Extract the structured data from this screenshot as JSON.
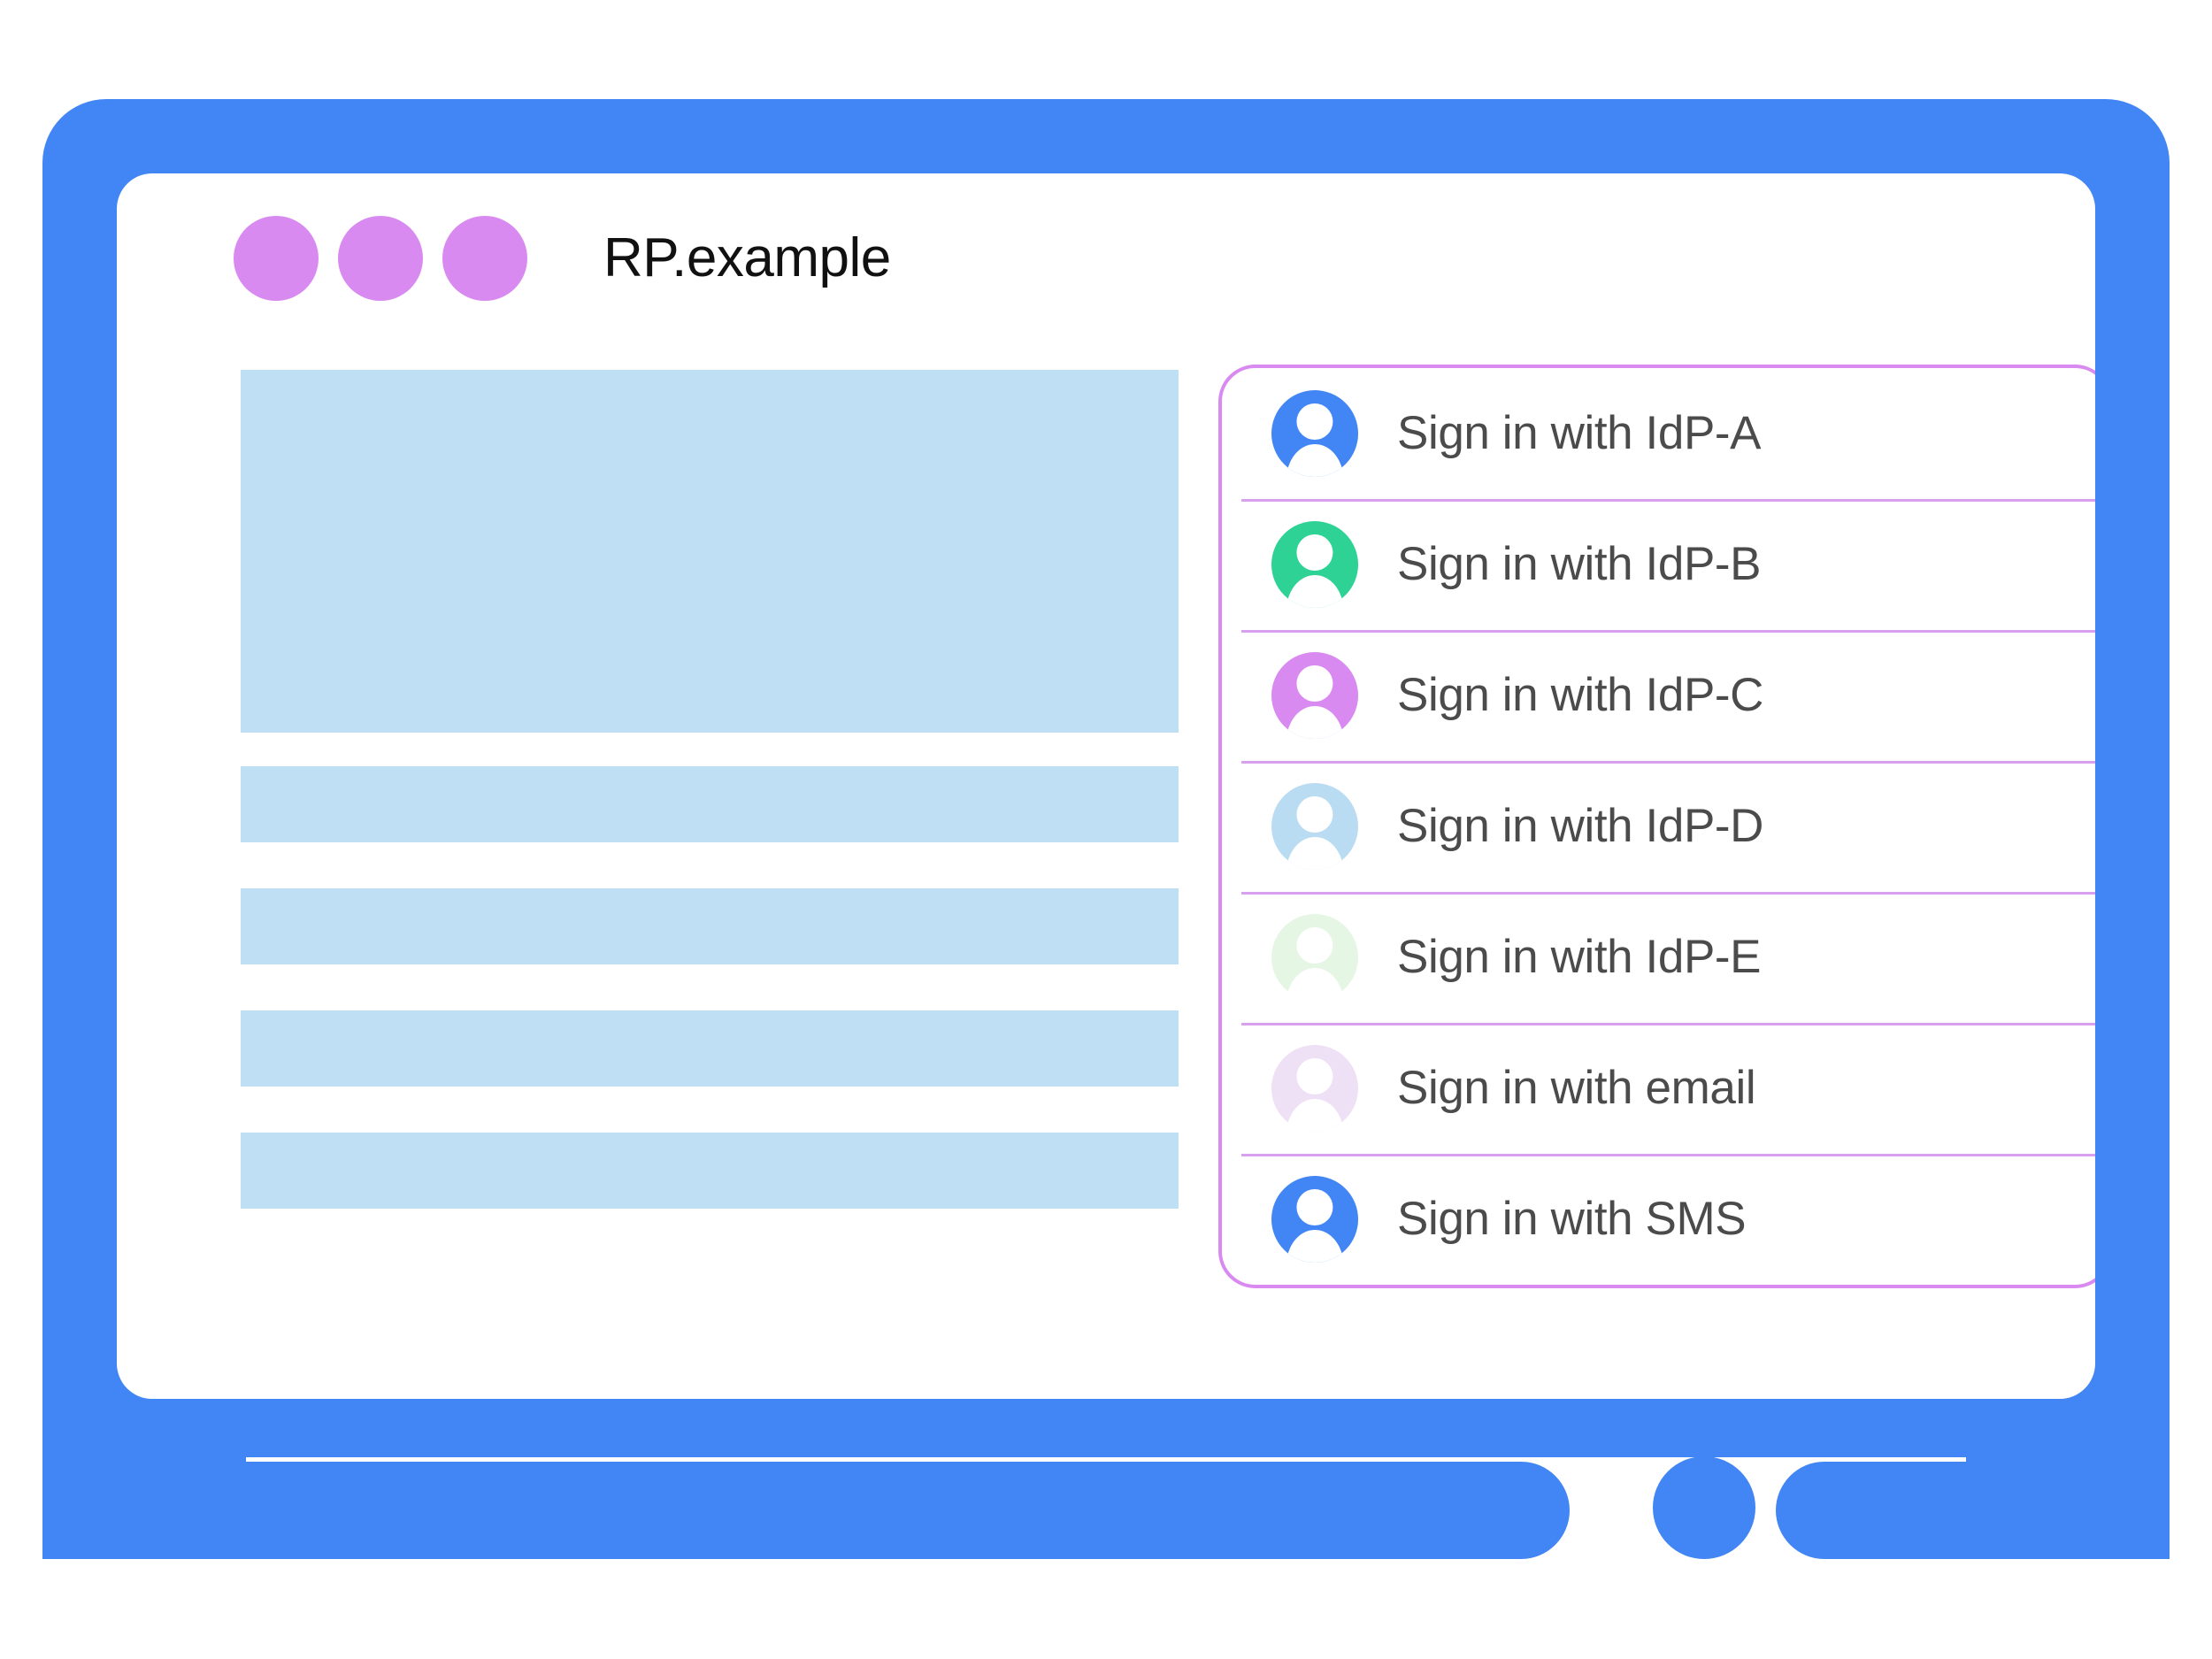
{
  "window": {
    "title": "RP.example",
    "controls": [
      {
        "name": "window-dot-1",
        "color": "#d98af0"
      },
      {
        "name": "window-dot-2",
        "color": "#d98af0"
      },
      {
        "name": "window-dot-3",
        "color": "#d98af0"
      }
    ]
  },
  "theme": {
    "device_bezel": "#4285f4",
    "screen_background": "#ffffff",
    "placeholder_block": "#bfe0f4",
    "panel_border": "#d98af0",
    "row_divider": "#d9a0ef",
    "label_text": "#4b4b4b",
    "title_text": "#111111"
  },
  "content": {
    "blocks": [
      {
        "name": "content-hero-block",
        "kind": "hero"
      },
      {
        "name": "content-bar-block-1",
        "kind": "bar"
      },
      {
        "name": "content-bar-block-2",
        "kind": "bar"
      },
      {
        "name": "content-bar-block-3",
        "kind": "bar"
      },
      {
        "name": "content-bar-block-4",
        "kind": "bar"
      }
    ]
  },
  "account_chooser": {
    "items": [
      {
        "label": "Sign in with IdP-A",
        "icon": "avatar-icon",
        "avatar_color": "#4285f4"
      },
      {
        "label": "Sign in with IdP-B",
        "icon": "avatar-icon",
        "avatar_color": "#2ed294"
      },
      {
        "label": "Sign in with IdP-C",
        "icon": "avatar-icon",
        "avatar_color": "#d98af0"
      },
      {
        "label": "Sign in with IdP-D",
        "icon": "avatar-icon",
        "avatar_color": "#b9dcf2"
      },
      {
        "label": "Sign in with IdP-E",
        "icon": "avatar-icon",
        "avatar_color": "#e6f6e4"
      },
      {
        "label": "Sign in with email",
        "icon": "avatar-icon",
        "avatar_color": "#eee0f5"
      },
      {
        "label": "Sign in with SMS",
        "icon": "avatar-icon",
        "avatar_color": "#4285f4"
      }
    ]
  },
  "device": {
    "home_button": "home-button"
  }
}
